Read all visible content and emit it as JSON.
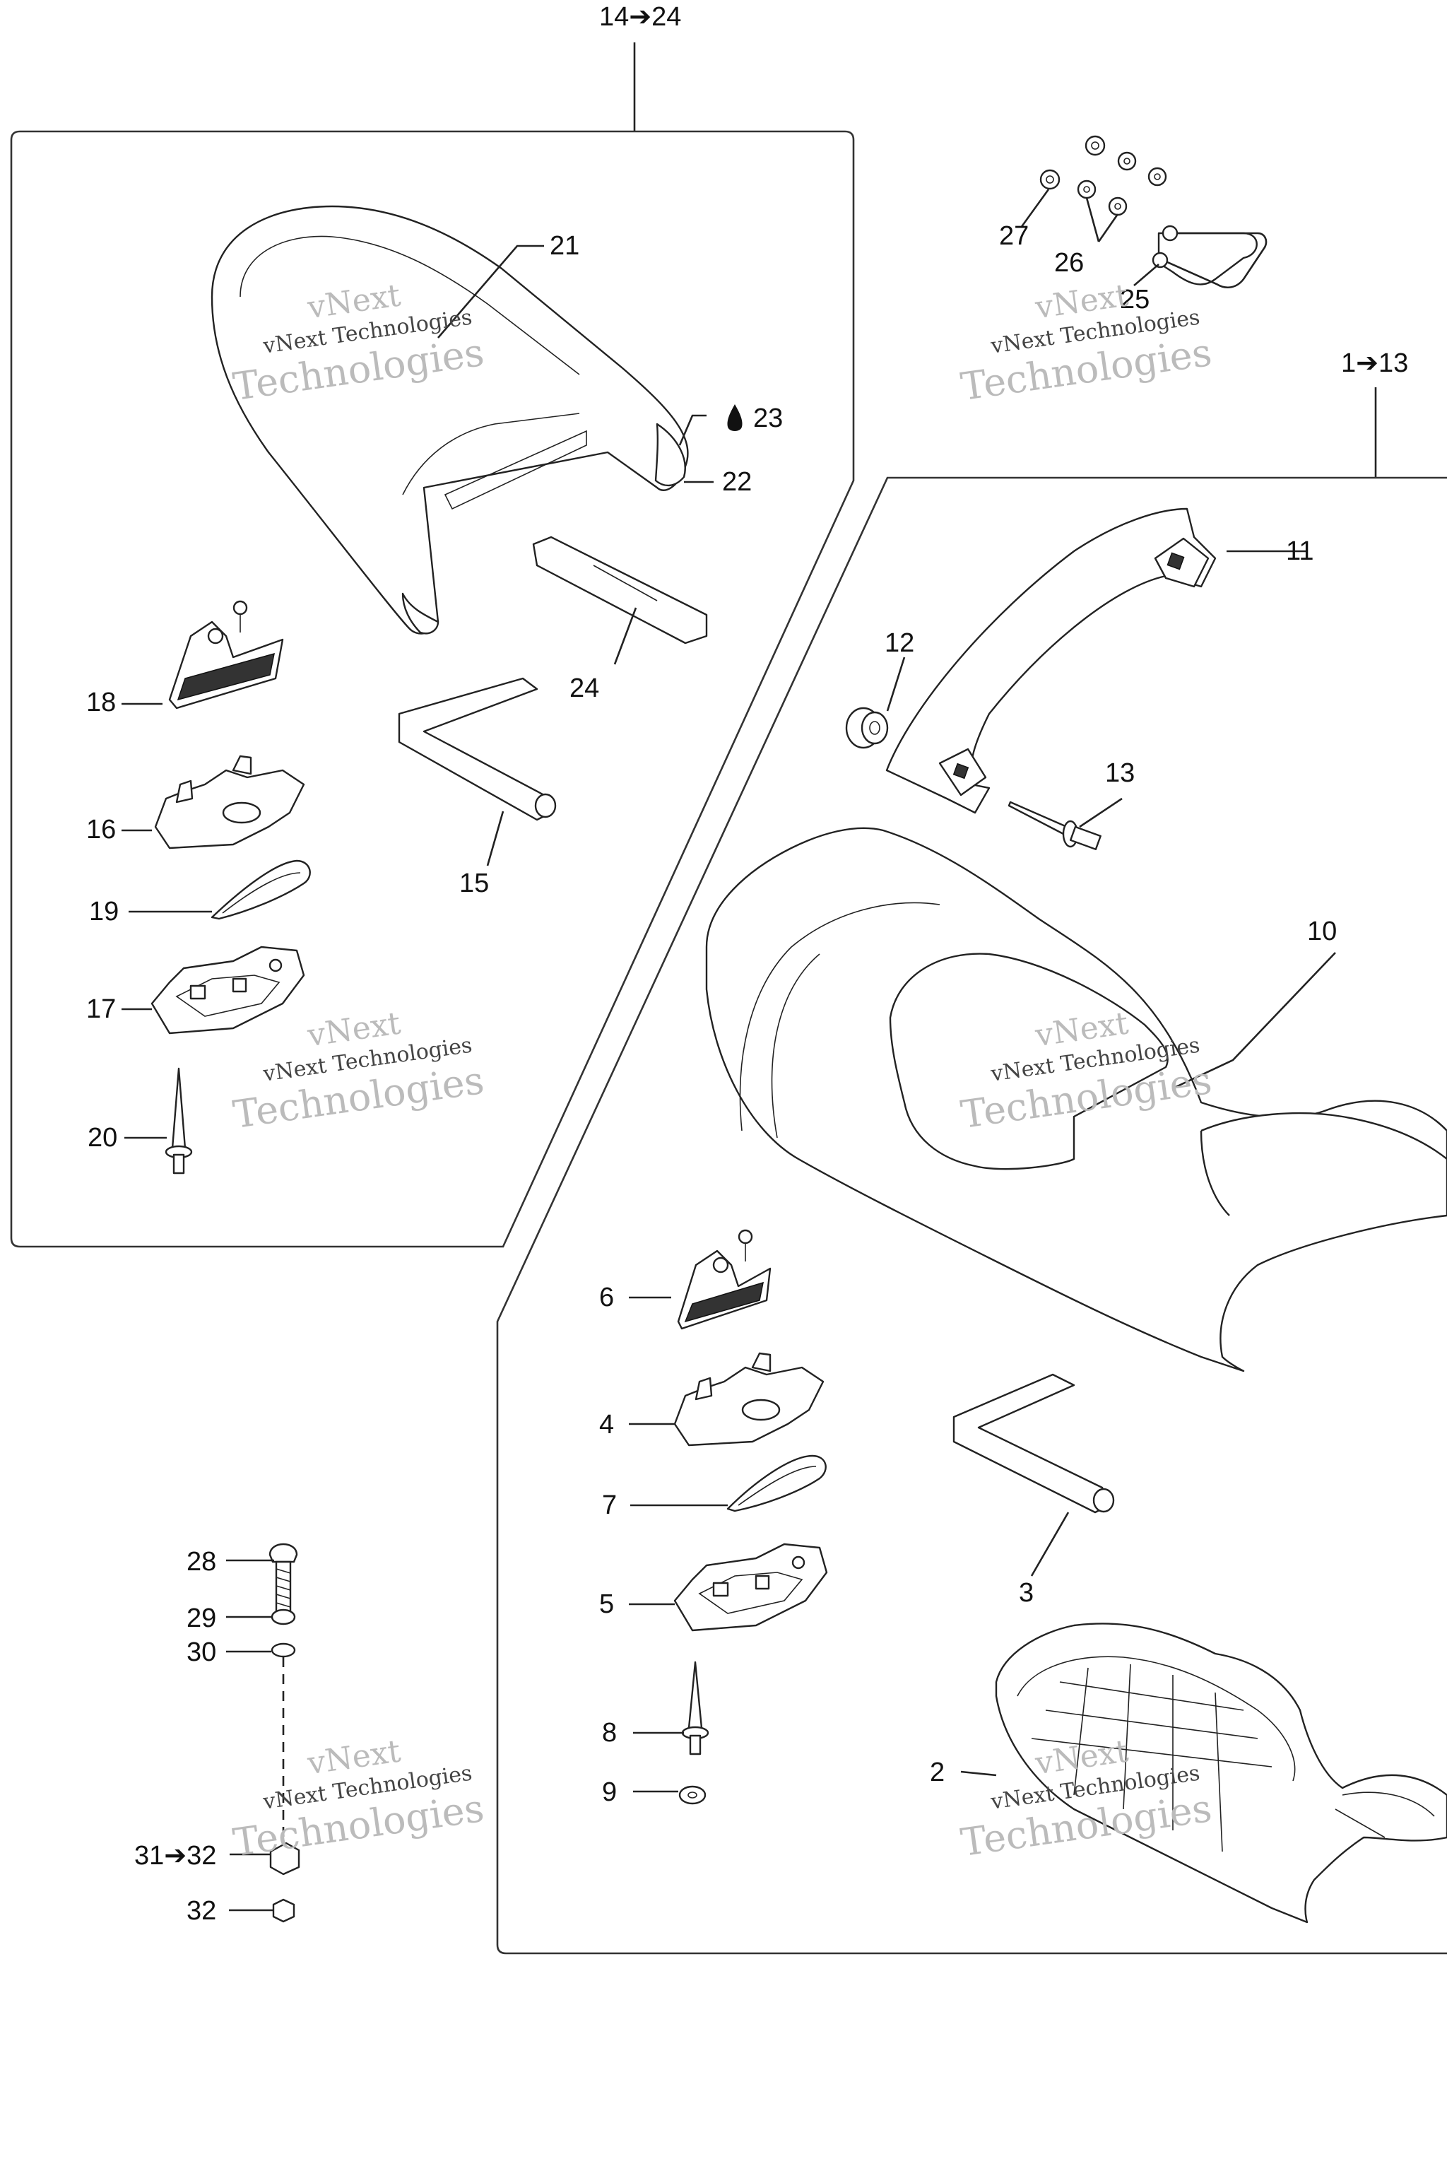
{
  "groups": {
    "rear_seat": "14➔24",
    "front_seat": "1➔13"
  },
  "callouts": {
    "c2": "2",
    "c3": "3",
    "c4": "4",
    "c5": "5",
    "c6": "6",
    "c7": "7",
    "c8": "8",
    "c9": "9",
    "c10": "10",
    "c11": "11",
    "c12": "12",
    "c13": "13",
    "c15": "15",
    "c16": "16",
    "c17": "17",
    "c18": "18",
    "c19": "19",
    "c20": "20",
    "c21": "21",
    "c22": "22",
    "c23": "23",
    "c24": "24",
    "c25": "25",
    "c26": "26",
    "c27": "27",
    "c28": "28",
    "c29": "29",
    "c30": "30",
    "c31": "31➔32",
    "c32": "32"
  },
  "watermark": {
    "line1": "vNext",
    "line2": "vNext Technologies",
    "line3": "Technologies"
  },
  "icons": {
    "c23_icon": "oil-drop-icon"
  }
}
